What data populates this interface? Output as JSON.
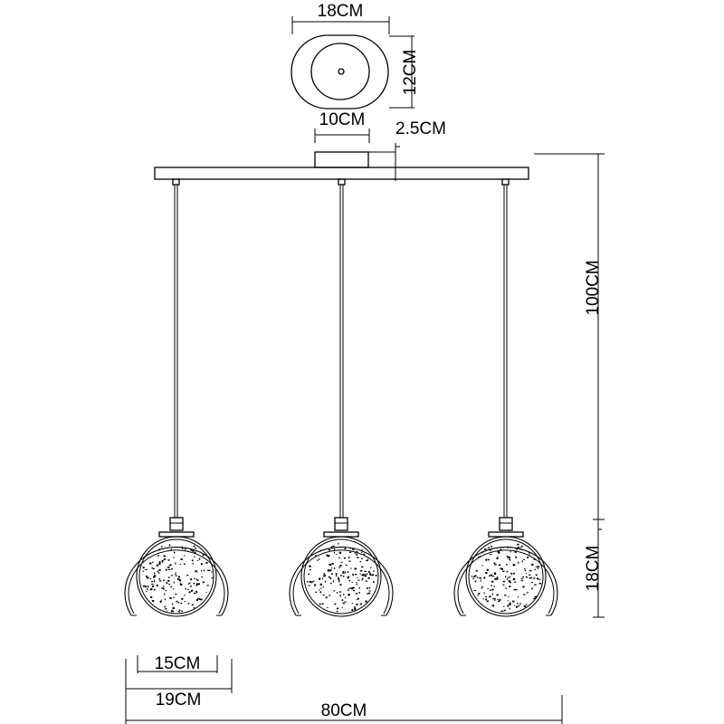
{
  "drawing": {
    "dimensions": {
      "canopy_width": "18CM",
      "canopy_depth": "12CM",
      "mount_width": "10CM",
      "mount_height": "2.5CM",
      "drop_length": "100CM",
      "shade_height": "18CM",
      "inner_shade_diameter": "15CM",
      "outer_shade_diameter": "19CM",
      "bar_length": "80CM"
    }
  }
}
